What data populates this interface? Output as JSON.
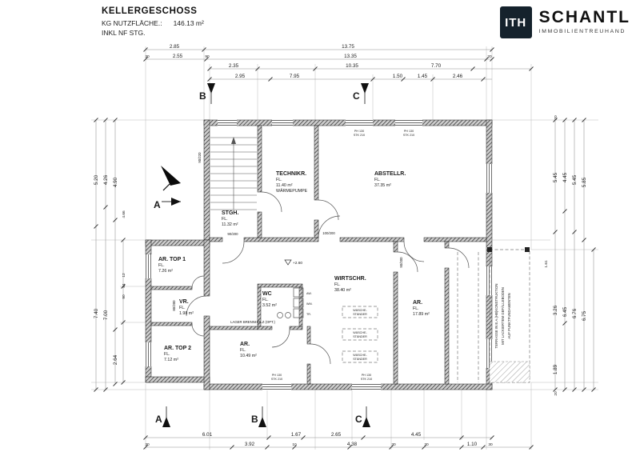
{
  "header": {
    "title": "KELLERGESCHOSS",
    "area_label": "KG NUTZFLÄCHE.:",
    "area_value": "146.13 m²",
    "note_line": "INKL NF STG."
  },
  "logo": {
    "mark": "ITH",
    "name": "SCHANTL",
    "tagline": "IMMOBILIENTREUHAND"
  },
  "markers": {
    "top_b": "B",
    "top_c": "C",
    "left_a": "A",
    "bottom_a": "A",
    "bottom_b": "B",
    "bottom_c": "C"
  },
  "rooms": [
    {
      "name": "STGH.",
      "fl": "FL.",
      "area": "11.32 m²"
    },
    {
      "name": "TECHNIKR.",
      "fl": "FL.",
      "area": "11.40 m²",
      "note": "WÄRMEPUMPE"
    },
    {
      "name": "ABSTELLR.",
      "fl": "FL.",
      "area": "37.35 m²"
    },
    {
      "name": "AR. TOP 1",
      "fl": "FL.",
      "area": "7.26 m²"
    },
    {
      "name": "VR.",
      "fl": "FL.",
      "area": "1.98 m²"
    },
    {
      "name": "AR. TOP 2",
      "fl": "FL.",
      "area": "7.12 m²"
    },
    {
      "name": "AR.",
      "fl": "FL.",
      "area": "10.49 m²"
    },
    {
      "name": "WC",
      "fl": "FL.",
      "area": "3.52 m²"
    },
    {
      "name": "WIRTSCHR.",
      "fl": "FL.",
      "area": "38.40 m²"
    },
    {
      "name": "AR.",
      "fl": "FL.",
      "area": "17.89 m²"
    }
  ],
  "notes": {
    "level": "+2.60",
    "terrace1": "TERRASSE IN E.A.(HB)KONSTRUKTION",
    "terrace2": "MIT LACKIERTEM GEFÄLLEBODEN",
    "terrace3": "AUF PUNKTFUNDAMENTEN",
    "laundry1": "WÄSCHE-",
    "laundry2": "STÄNDER",
    "firewood": "LAGER BRENNHOLZ (OPT.)",
    "app1": "AW.",
    "app2": "WM.",
    "app3": "TR.",
    "window_tag1": "PH 130",
    "window_tag2": "STK 210"
  },
  "dims": {
    "top": [
      "2.85",
      "13.75",
      "30",
      "2.55",
      "90",
      "13.35",
      "20",
      "2.35",
      "10.35",
      "7.70",
      "2.95",
      "7.95",
      "1.50",
      "1.45",
      "2.46"
    ],
    "left": [
      "5.20",
      "4.26",
      "4.90",
      "4.66",
      "7.40",
      "7.00",
      "2.64",
      "12",
      "84",
      "90"
    ],
    "right": [
      "20",
      "5.45",
      "4.45",
      "5.45",
      "5.85",
      "1.61",
      "3.26",
      "6.45",
      "6.76",
      "6.75",
      "1.89",
      "20"
    ],
    "bottom": [
      "6.01",
      "1.67",
      "2.65",
      "4.45",
      "30",
      "3.92",
      "10",
      "4.38",
      "30",
      "30",
      "1.10",
      "30"
    ],
    "tags": [
      "90/220",
      "90/200",
      "100/200",
      "80/200",
      "90/200"
    ]
  }
}
